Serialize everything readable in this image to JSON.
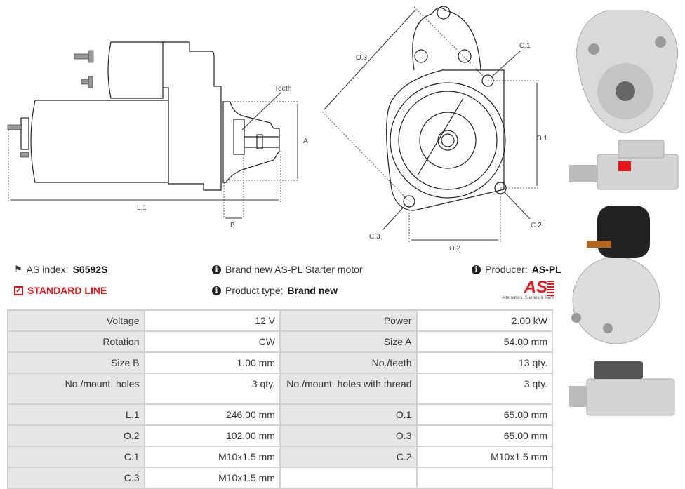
{
  "drawing": {
    "teeth_label": "Teeth",
    "a_label": "A",
    "b_label": "B",
    "l1_label": "L.1",
    "o1_label": "O.1",
    "o2_label": "O.2",
    "o3_label": "O.3",
    "c1_label": "C.1",
    "c2_label": "C.2",
    "c3_label": "C.3"
  },
  "info": {
    "as_index_label": "AS index:",
    "as_index_value": "S6592S",
    "line": "STANDARD LINE",
    "description": "Brand new AS-PL Starter motor",
    "product_type_label": "Product type:",
    "product_type_value": "Brand new",
    "producer_label": "Producer:",
    "producer_value": "AS-PL",
    "logo_text": "AS",
    "logo_tagline": "Alternators, Starters & Parts"
  },
  "colors": {
    "accent": "#e3161b"
  },
  "specs": [
    {
      "l1": "Voltage",
      "v1": "12 V",
      "l2": "Power",
      "v2": "2.00 kW"
    },
    {
      "l1": "Rotation",
      "v1": "CW",
      "l2": "Size A",
      "v2": "54.00 mm"
    },
    {
      "l1": "Size B",
      "v1": "1.00 mm",
      "l2": "No./teeth",
      "v2": "13 qty."
    },
    {
      "l1": "No./mount. holes",
      "v1": "3 qty.",
      "l2": "No./mount. holes with thread",
      "v2": "3 qty."
    },
    {
      "l1": "L.1",
      "v1": "246.00 mm",
      "l2": "O.1",
      "v2": "65.00 mm"
    },
    {
      "l1": "O.2",
      "v1": "102.00 mm",
      "l2": "O.3",
      "v2": "65.00 mm"
    },
    {
      "l1": "C.1",
      "v1": "M10x1.5 mm",
      "l2": "C.2",
      "v2": "M10x1.5 mm"
    },
    {
      "l1": "C.3",
      "v1": "M10x1.5 mm",
      "l2": "",
      "v2": ""
    }
  ]
}
